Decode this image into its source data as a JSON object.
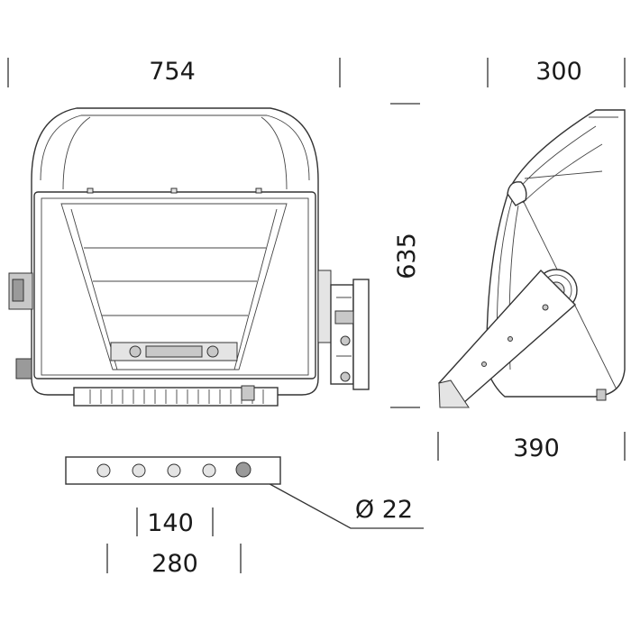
{
  "dimensions": {
    "front_width": "754",
    "side_depth": "300",
    "height": "635",
    "side_length": "390",
    "hole_diameter": "Ø 22",
    "hole_spacing": "140",
    "hole_span": "280"
  }
}
